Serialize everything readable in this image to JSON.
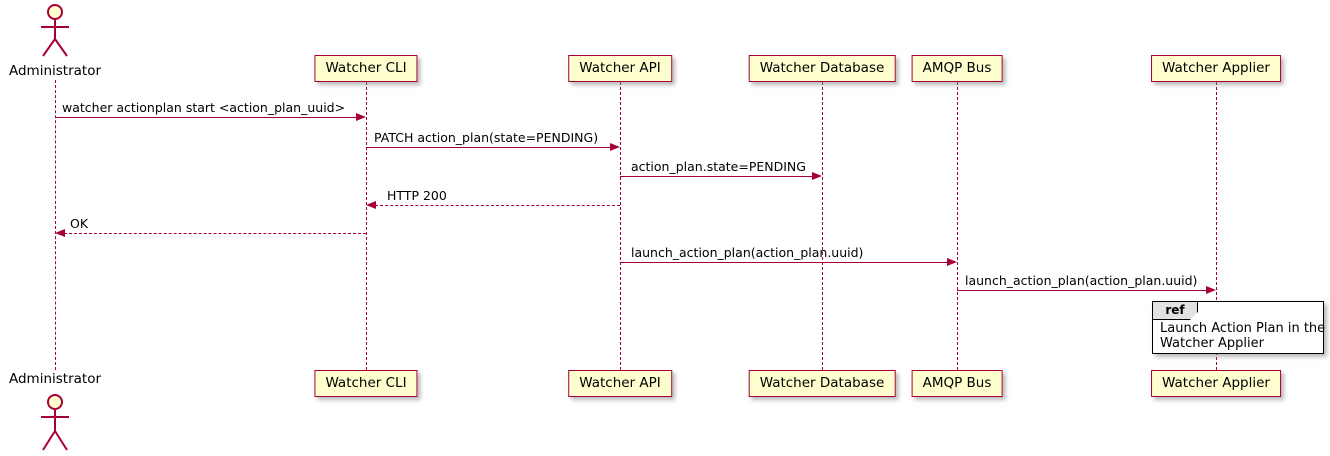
{
  "diagram": {
    "type": "sequence",
    "actor": {
      "name": "Administrator"
    },
    "participants": [
      {
        "name": "Watcher CLI"
      },
      {
        "name": "Watcher API"
      },
      {
        "name": "Watcher Database"
      },
      {
        "name": "AMQP Bus"
      },
      {
        "name": "Watcher Applier"
      }
    ],
    "messages": [
      {
        "from": "Administrator",
        "to": "Watcher CLI",
        "label": "watcher actionplan start <action_plan_uuid>",
        "style": "solid"
      },
      {
        "from": "Watcher CLI",
        "to": "Watcher API",
        "label": "PATCH action_plan(state=PENDING)",
        "style": "solid"
      },
      {
        "from": "Watcher API",
        "to": "Watcher Database",
        "label": "action_plan.state=PENDING",
        "style": "solid"
      },
      {
        "from": "Watcher API",
        "to": "Watcher CLI",
        "label": "HTTP 200",
        "style": "dashed-return"
      },
      {
        "from": "Watcher CLI",
        "to": "Administrator",
        "label": "OK",
        "style": "dashed-return"
      },
      {
        "from": "Watcher API",
        "to": "AMQP Bus",
        "label": "launch_action_plan(action_plan.uuid)",
        "style": "solid"
      },
      {
        "from": "AMQP Bus",
        "to": "Watcher Applier",
        "label": "launch_action_plan(action_plan.uuid)",
        "style": "solid"
      }
    ],
    "ref": {
      "keyword": "ref",
      "over": "Watcher Applier",
      "lines": [
        "Launch Action Plan in the",
        "Watcher Applier"
      ]
    },
    "colors": {
      "participant_fill": "#FEFECE",
      "line_and_border": "#A80036",
      "ref_border": "#000000",
      "text": "#000000"
    }
  }
}
